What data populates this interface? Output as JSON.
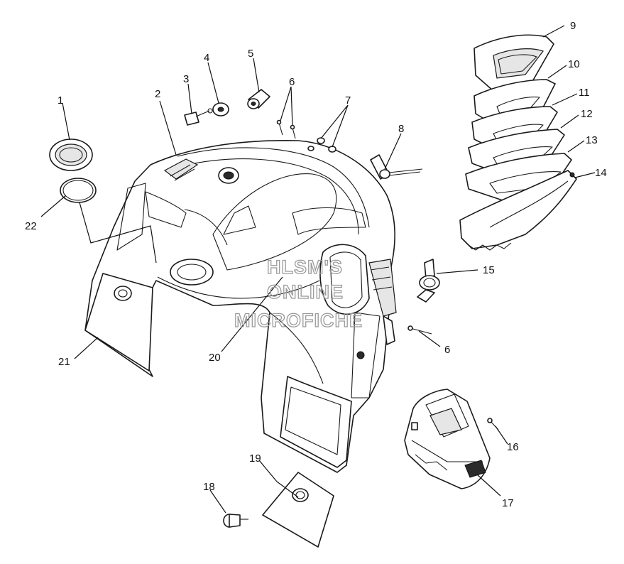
{
  "watermark": {
    "lines": [
      "HLSM'S",
      "ONLINE",
      "MICROFICHE"
    ]
  },
  "callouts": [
    {
      "id": "c1",
      "label": "1"
    },
    {
      "id": "c2",
      "label": "2"
    },
    {
      "id": "c3",
      "label": "3"
    },
    {
      "id": "c4",
      "label": "4"
    },
    {
      "id": "c5",
      "label": "5"
    },
    {
      "id": "c6a",
      "label": "6"
    },
    {
      "id": "c6b",
      "label": "6"
    },
    {
      "id": "c7",
      "label": "7"
    },
    {
      "id": "c8",
      "label": "8"
    },
    {
      "id": "c9",
      "label": "9"
    },
    {
      "id": "c10",
      "label": "10"
    },
    {
      "id": "c11",
      "label": "11"
    },
    {
      "id": "c12",
      "label": "12"
    },
    {
      "id": "c13",
      "label": "13"
    },
    {
      "id": "c14",
      "label": "14"
    },
    {
      "id": "c15",
      "label": "15"
    },
    {
      "id": "c16",
      "label": "16"
    },
    {
      "id": "c17",
      "label": "17"
    },
    {
      "id": "c18",
      "label": "18"
    },
    {
      "id": "c19",
      "label": "19"
    },
    {
      "id": "c20",
      "label": "20"
    },
    {
      "id": "c21",
      "label": "21"
    },
    {
      "id": "c22",
      "label": "22"
    }
  ]
}
